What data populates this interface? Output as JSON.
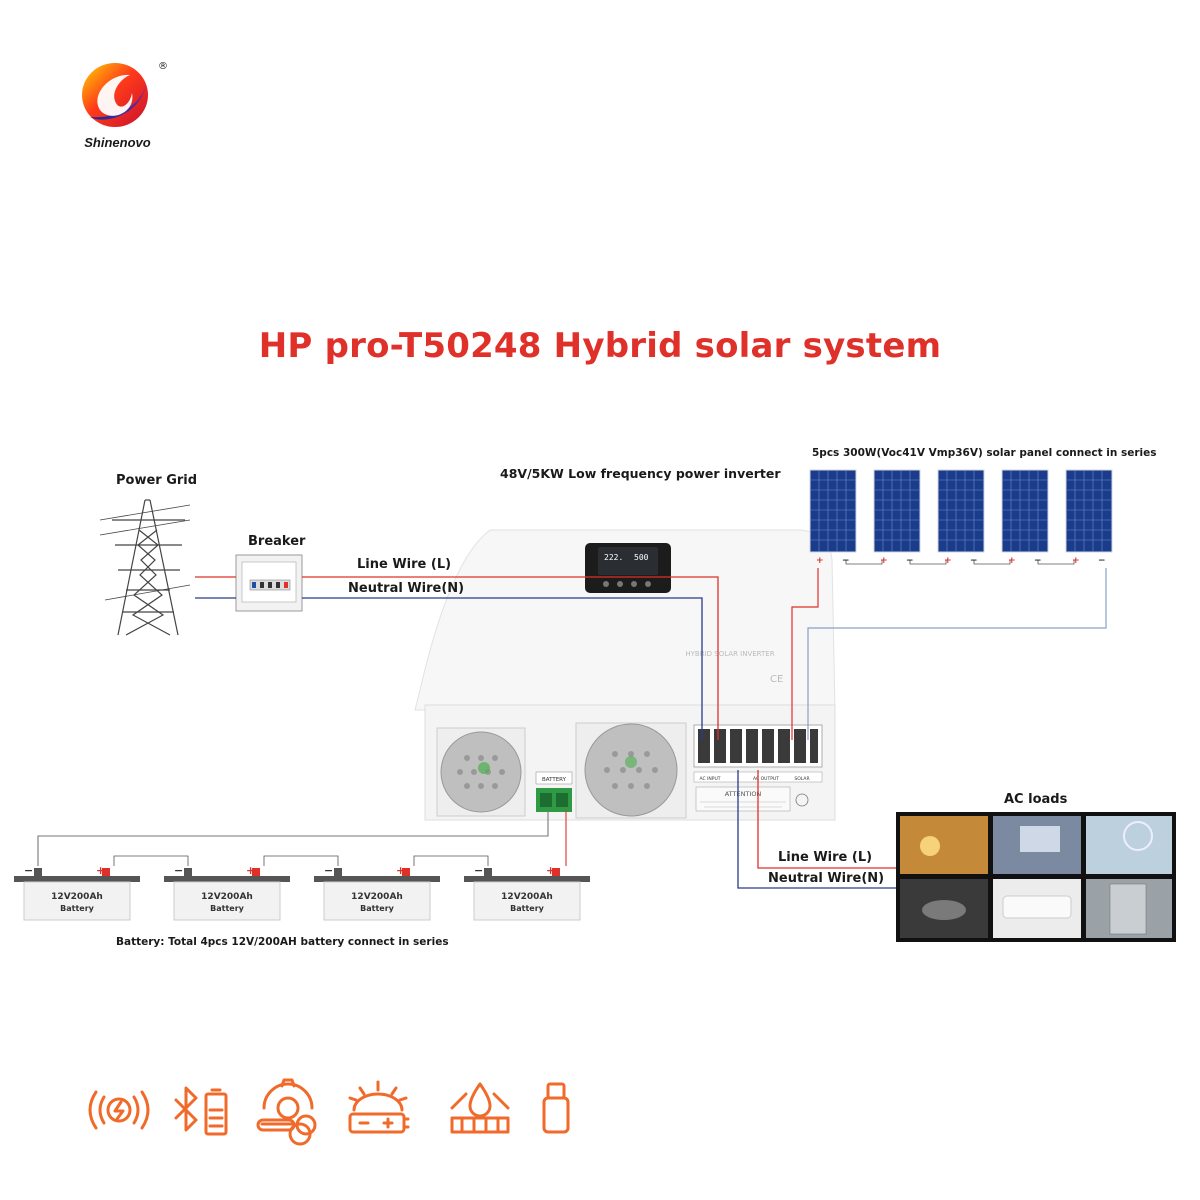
{
  "brand": {
    "name": "Shinenovo",
    "registered": "®"
  },
  "title": "HP pro-T50248 Hybrid solar system",
  "labels": {
    "power_grid": "Power Grid",
    "breaker": "Breaker",
    "line_wire_top": "Line Wire  (L)",
    "neutral_wire_top": "Neutral Wire(N)",
    "inverter": "48V/5KW Low frequency power inverter",
    "solar_panels": "5pcs 300W(Voc41V Vmp36V) solar panel  connect in series",
    "ac_loads": "AC loads",
    "line_wire_bottom": "Line Wire  (L)",
    "neutral_wire_bottom": "Neutral Wire(N)",
    "battery_note": "Battery:  Total 4pcs 12V/200AH battery connect in series"
  },
  "inverter_panel": {
    "battery_port": "BATTERY",
    "ac_input": "AC INPUT",
    "ac_output": "AC OUTPUT",
    "solar": "SOLAR",
    "attention": "ATTENTION",
    "model_text": "HYBRID SOLAR INVERTER"
  },
  "batteries": [
    {
      "line1": "12V200Ah",
      "line2": "Battery"
    },
    {
      "line1": "12V200Ah",
      "line2": "Battery"
    },
    {
      "line1": "12V200Ah",
      "line2": "Battery"
    },
    {
      "line1": "12V200Ah",
      "line2": "Battery"
    }
  ],
  "colors": {
    "title": "#e0302a",
    "line_wire": "#e0302a",
    "neutral_wire": "#2a3a8a",
    "solar_wire": "#8aa0c8",
    "accent": "#f06a2a"
  },
  "feature_icons": [
    "wireless-charging-icon",
    "bluetooth-battery-icon",
    "solar-gear-icon",
    "solar-battery-icon",
    "waterproof-icon",
    "usb-drive-icon"
  ]
}
